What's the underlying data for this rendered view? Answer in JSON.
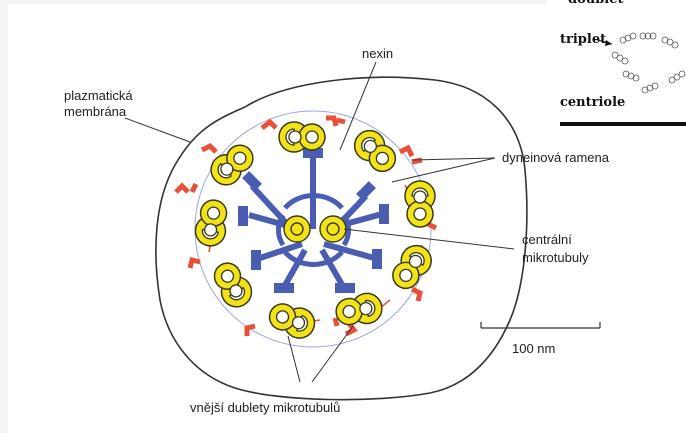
{
  "diagram": {
    "labels": {
      "nexin": "nexin",
      "plasma_membrane_line1": "plazmatická",
      "plasma_membrane_line2": "membrána",
      "dynein_arms": "dyneinová ramena",
      "central_line1": "centrální",
      "central_line2": "mikrotubuly",
      "scale": "100 nm",
      "outer_doublets": "vnější dublety mikrotubulů"
    },
    "inset": {
      "top_partial": "doublet",
      "triplet": "triplet",
      "centriole": "centriole"
    },
    "colors": {
      "microtubule_fill": "#f2e21a",
      "microtubule_stroke": "#3a3a1a",
      "spoke": "#4a5db0",
      "dynein": "#e8503a",
      "membrane": "#333333",
      "background": "#ffffff"
    }
  }
}
